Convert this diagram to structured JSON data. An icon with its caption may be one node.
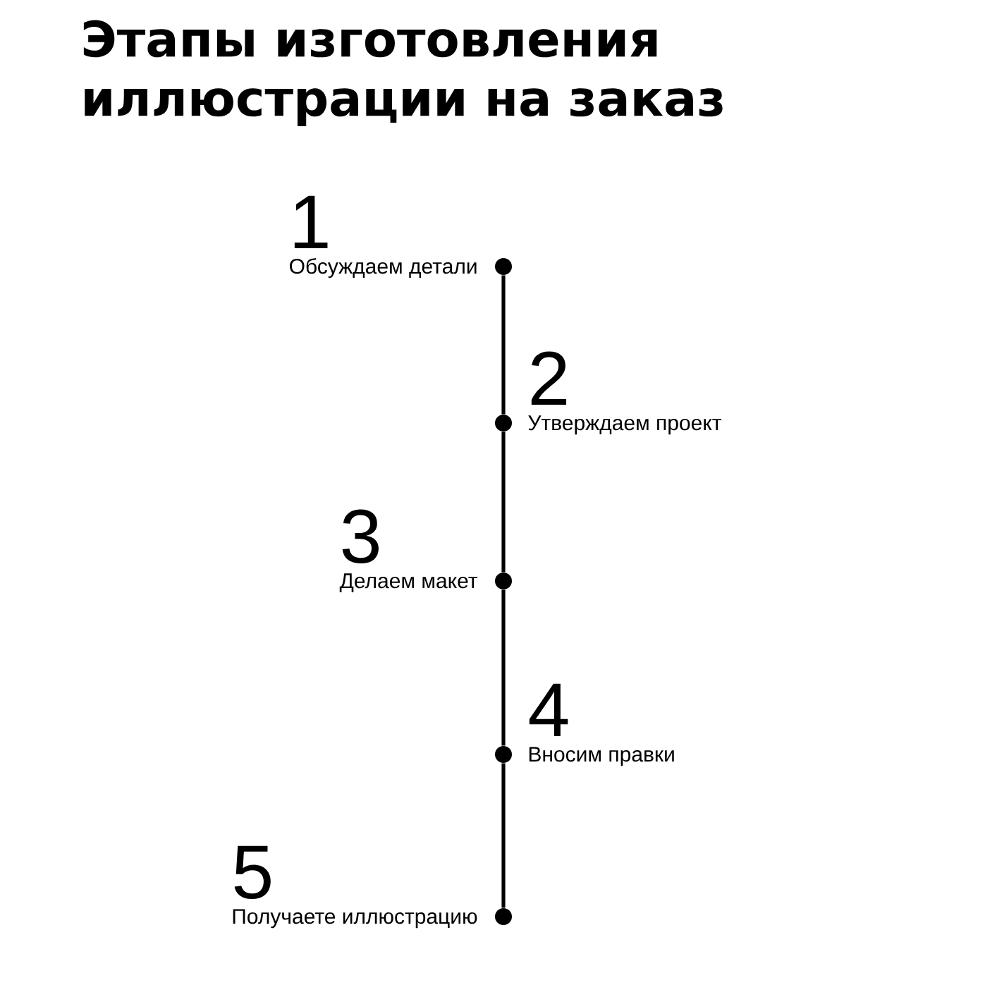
{
  "diagram": {
    "title": "Этапы изготовления иллюстрации на заказ",
    "nodes": [
      {
        "text": [],
        "shape": "circle",
        "beside": [
          "1",
          "Обсуждаем детали"
        ]
      },
      {
        "text": [],
        "shape": "circle",
        "beside": [
          "2",
          "Утверждаем проект"
        ]
      },
      {
        "text": [],
        "shape": "circle",
        "beside": [
          "3",
          "Делаем макет"
        ]
      },
      {
        "text": [],
        "shape": "circle",
        "beside": [
          "4",
          "Вносим правки"
        ]
      },
      {
        "text": [],
        "shape": "circle",
        "beside": [
          "5",
          "Получаете иллюстрацию"
        ]
      }
    ],
    "edges": [
      {
        "from": 0,
        "to": 1,
        "arrow": "none"
      },
      {
        "from": 1,
        "to": 2,
        "arrow": "none"
      },
      {
        "from": 2,
        "to": 3,
        "arrow": "none"
      },
      {
        "from": 3,
        "to": 4,
        "arrow": "none"
      }
    ]
  }
}
